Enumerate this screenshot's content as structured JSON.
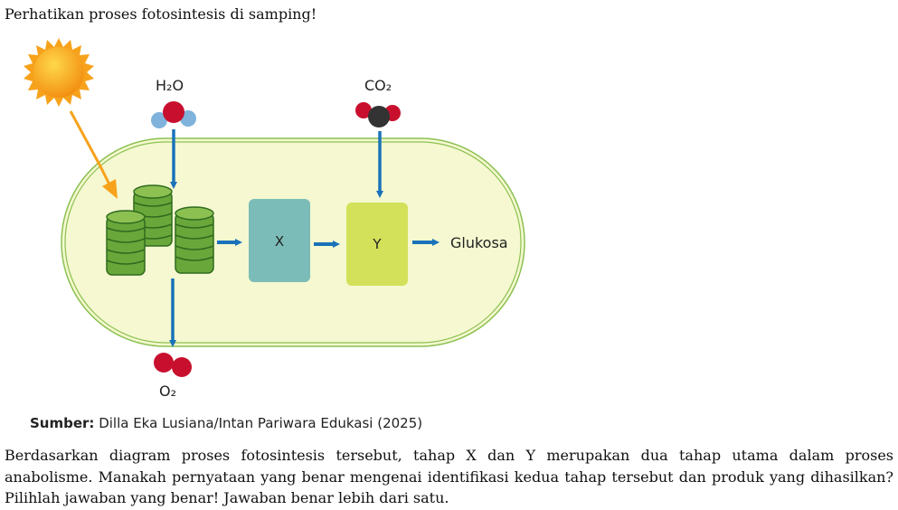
{
  "question_intro": "Perhatikan proses fotosintesis di samping!",
  "diagram": {
    "input_water": "H₂O",
    "input_co2": "CO₂",
    "output_oxygen": "O₂",
    "stage_x": "X",
    "stage_y": "Y",
    "product": "Glukosa",
    "colors": {
      "arrow": "#1a72b9",
      "stage_x": "#7cbcb8",
      "stage_y": "#d3e15a",
      "chloroplast": "#f5f8d0",
      "membrane": "#8cc152",
      "sun": "#f7a21b"
    }
  },
  "source": {
    "label": "Sumber:",
    "text": " Dilla Eka Lusiana/Intan Pariwara Edukasi (2025)"
  },
  "question_body": "Berdasarkan diagram proses fotosintesis tersebut, tahap X dan Y merupakan dua tahap utama dalam proses anabolisme. Manakah pernyataan yang benar mengenai identifikasi kedua tahap tersebut dan produk yang dihasilkan? Pilihlah jawaban yang benar! Jawaban benar lebih dari satu."
}
